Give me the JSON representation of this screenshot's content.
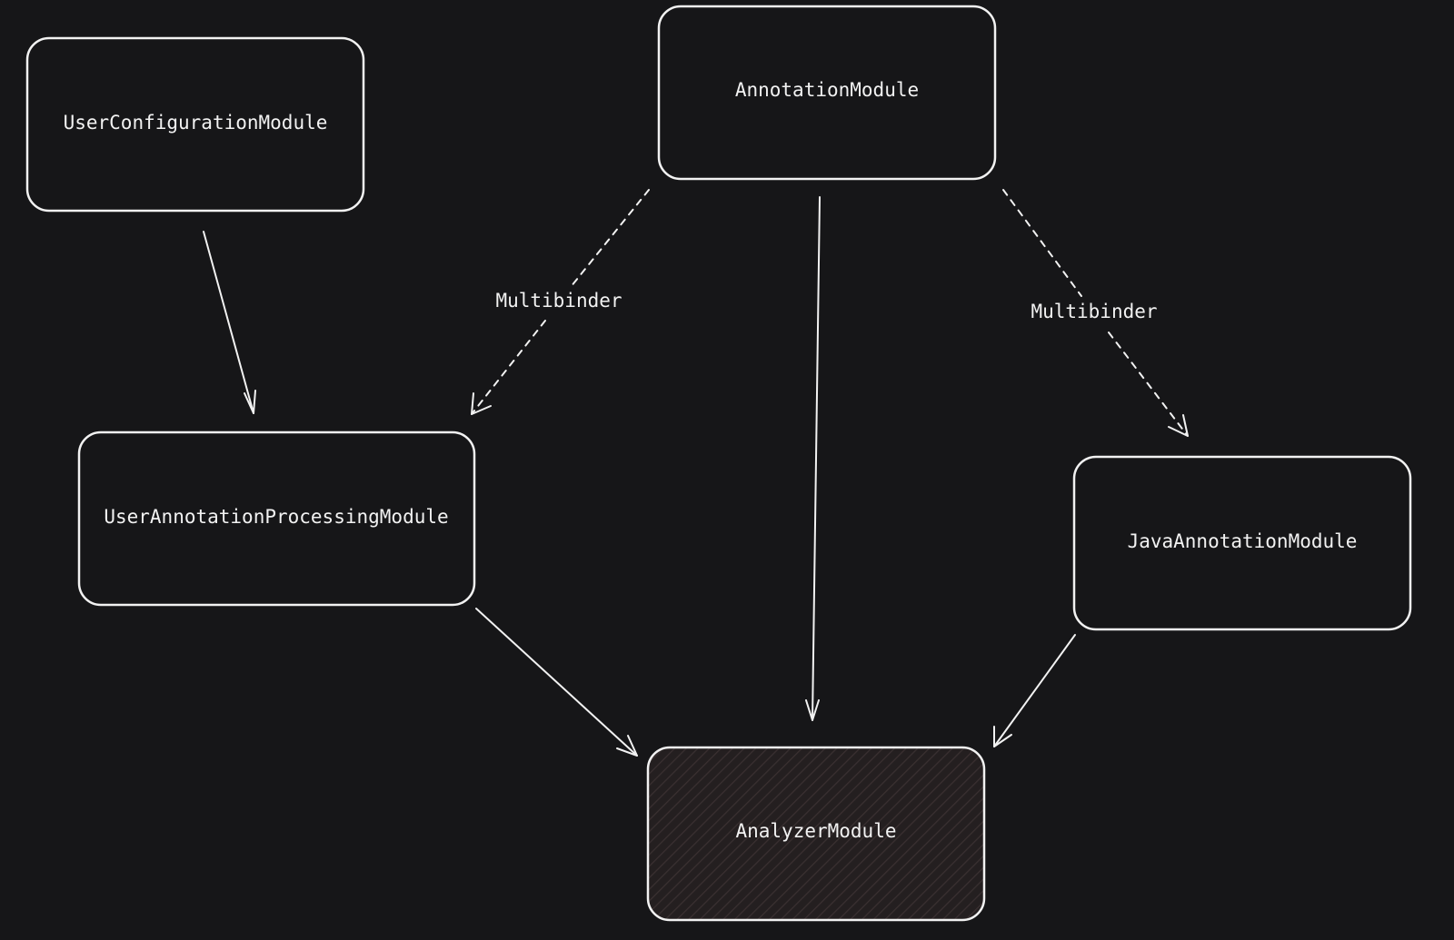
{
  "colors": {
    "background": "#161618",
    "stroke": "#f2f2f2",
    "box_fill": "#161618",
    "hatch_fill": "#241f20",
    "hatch_line": "#3a3031"
  },
  "nodes": [
    {
      "id": "user-configuration-module",
      "label": "UserConfigurationModule"
    },
    {
      "id": "annotation-module",
      "label": "AnnotationModule"
    },
    {
      "id": "user-annotation-processing-module",
      "label": "UserAnnotationProcessingModule"
    },
    {
      "id": "java-annotation-module",
      "label": "JavaAnnotationModule"
    },
    {
      "id": "analyzer-module",
      "label": "AnalyzerModule",
      "style": "hatched"
    }
  ],
  "edges": [
    {
      "from": "user-configuration-module",
      "to": "user-annotation-processing-module",
      "style": "solid",
      "label": ""
    },
    {
      "from": "annotation-module",
      "to": "user-annotation-processing-module",
      "style": "dashed",
      "label": "Multibinder"
    },
    {
      "from": "annotation-module",
      "to": "analyzer-module",
      "style": "solid",
      "label": ""
    },
    {
      "from": "annotation-module",
      "to": "java-annotation-module",
      "style": "dashed",
      "label": "Multibinder"
    },
    {
      "from": "user-annotation-processing-module",
      "to": "analyzer-module",
      "style": "solid",
      "label": ""
    },
    {
      "from": "java-annotation-module",
      "to": "analyzer-module",
      "style": "solid",
      "label": ""
    }
  ]
}
